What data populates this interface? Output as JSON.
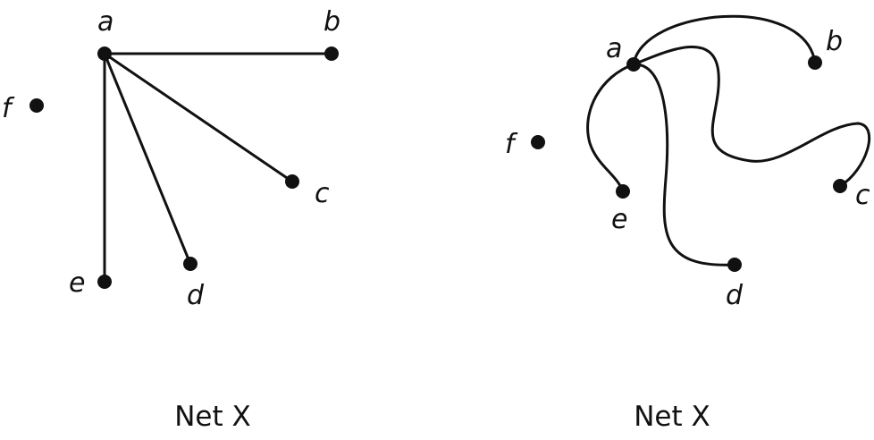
{
  "diagrams": [
    {
      "caption": "Net X",
      "vertices": [
        {
          "id": "a",
          "label": "a"
        },
        {
          "id": "b",
          "label": "b"
        },
        {
          "id": "c",
          "label": "c"
        },
        {
          "id": "d",
          "label": "d"
        },
        {
          "id": "e",
          "label": "e"
        },
        {
          "id": "f",
          "label": "f"
        }
      ],
      "edges": [
        [
          "a",
          "b"
        ],
        [
          "a",
          "c"
        ],
        [
          "a",
          "d"
        ],
        [
          "a",
          "e"
        ]
      ]
    },
    {
      "caption": "Net X",
      "vertices": [
        {
          "id": "a",
          "label": "a"
        },
        {
          "id": "b",
          "label": "b"
        },
        {
          "id": "c",
          "label": "c"
        },
        {
          "id": "d",
          "label": "d"
        },
        {
          "id": "e",
          "label": "e"
        },
        {
          "id": "f",
          "label": "f"
        }
      ],
      "edges": [
        [
          "a",
          "b"
        ],
        [
          "a",
          "c"
        ],
        [
          "a",
          "d"
        ],
        [
          "a",
          "e"
        ]
      ]
    }
  ]
}
